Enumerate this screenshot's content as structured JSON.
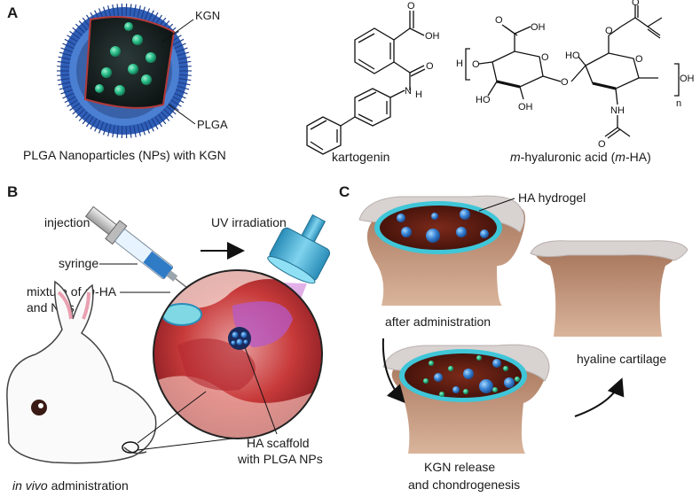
{
  "panels": {
    "a": "A",
    "b": "B",
    "c": "C"
  },
  "panel_a": {
    "np_label_kgn": "KGN",
    "np_label_plga": "PLGA",
    "np_caption": "PLGA Nanoparticles (NPs) with KGN",
    "kgn_caption": "kartogenin",
    "ha_caption_italic": "m",
    "ha_caption_rest": "-hyaluronic acid (",
    "ha_caption_italic2": "m",
    "ha_caption_end": "-HA)",
    "kgn_atoms": {
      "o1": "O",
      "oh": "OH",
      "o2": "O",
      "n": "N",
      "h": "H"
    },
    "ha_atoms": {
      "h": "H",
      "o_left": "O",
      "o_ring1": "O",
      "oh_c6": "OH",
      "o_carbonyl": "O",
      "ho_1": "HO",
      "oh_1": "OH",
      "ho_2": "HO",
      "o_link": "O",
      "o_ring2": "O",
      "o_ester": "O",
      "o_methacryl": "O",
      "nh": "NH",
      "o_acetyl": "O",
      "oh_end": "OH",
      "n": "n"
    }
  },
  "panel_b": {
    "injection": "injection",
    "syringe": "syringe",
    "mixture_line1_italic": "m",
    "mixture_line1_pre": "mixture of ",
    "mixture_line1_post": "-HA",
    "mixture_line2": "and NPs",
    "uv": "UV irradiation",
    "scaffold_line1": "HA scaffold",
    "scaffold_line2": "with PLGA NPs",
    "invivo_italic": "in vivo",
    "invivo_rest": " administration"
  },
  "panel_c": {
    "hydrogel": "HA hydrogel",
    "after_admin": "after administration",
    "hyaline": "hyaline cartilage",
    "release_line1": "KGN release",
    "release_line2": "and chondrogenesis"
  },
  "colors": {
    "plga_blue": "#2f5fb8",
    "core_dark": "#1e2a2a",
    "kgn_green": "#2bbf8a",
    "hydrogel_cyan": "#3fc6d8",
    "defect_brown": "#6b1f12",
    "bone": "#c79a7e",
    "cartilage_grey": "#d8d2d0",
    "tissue_red": "#c83a3a"
  }
}
